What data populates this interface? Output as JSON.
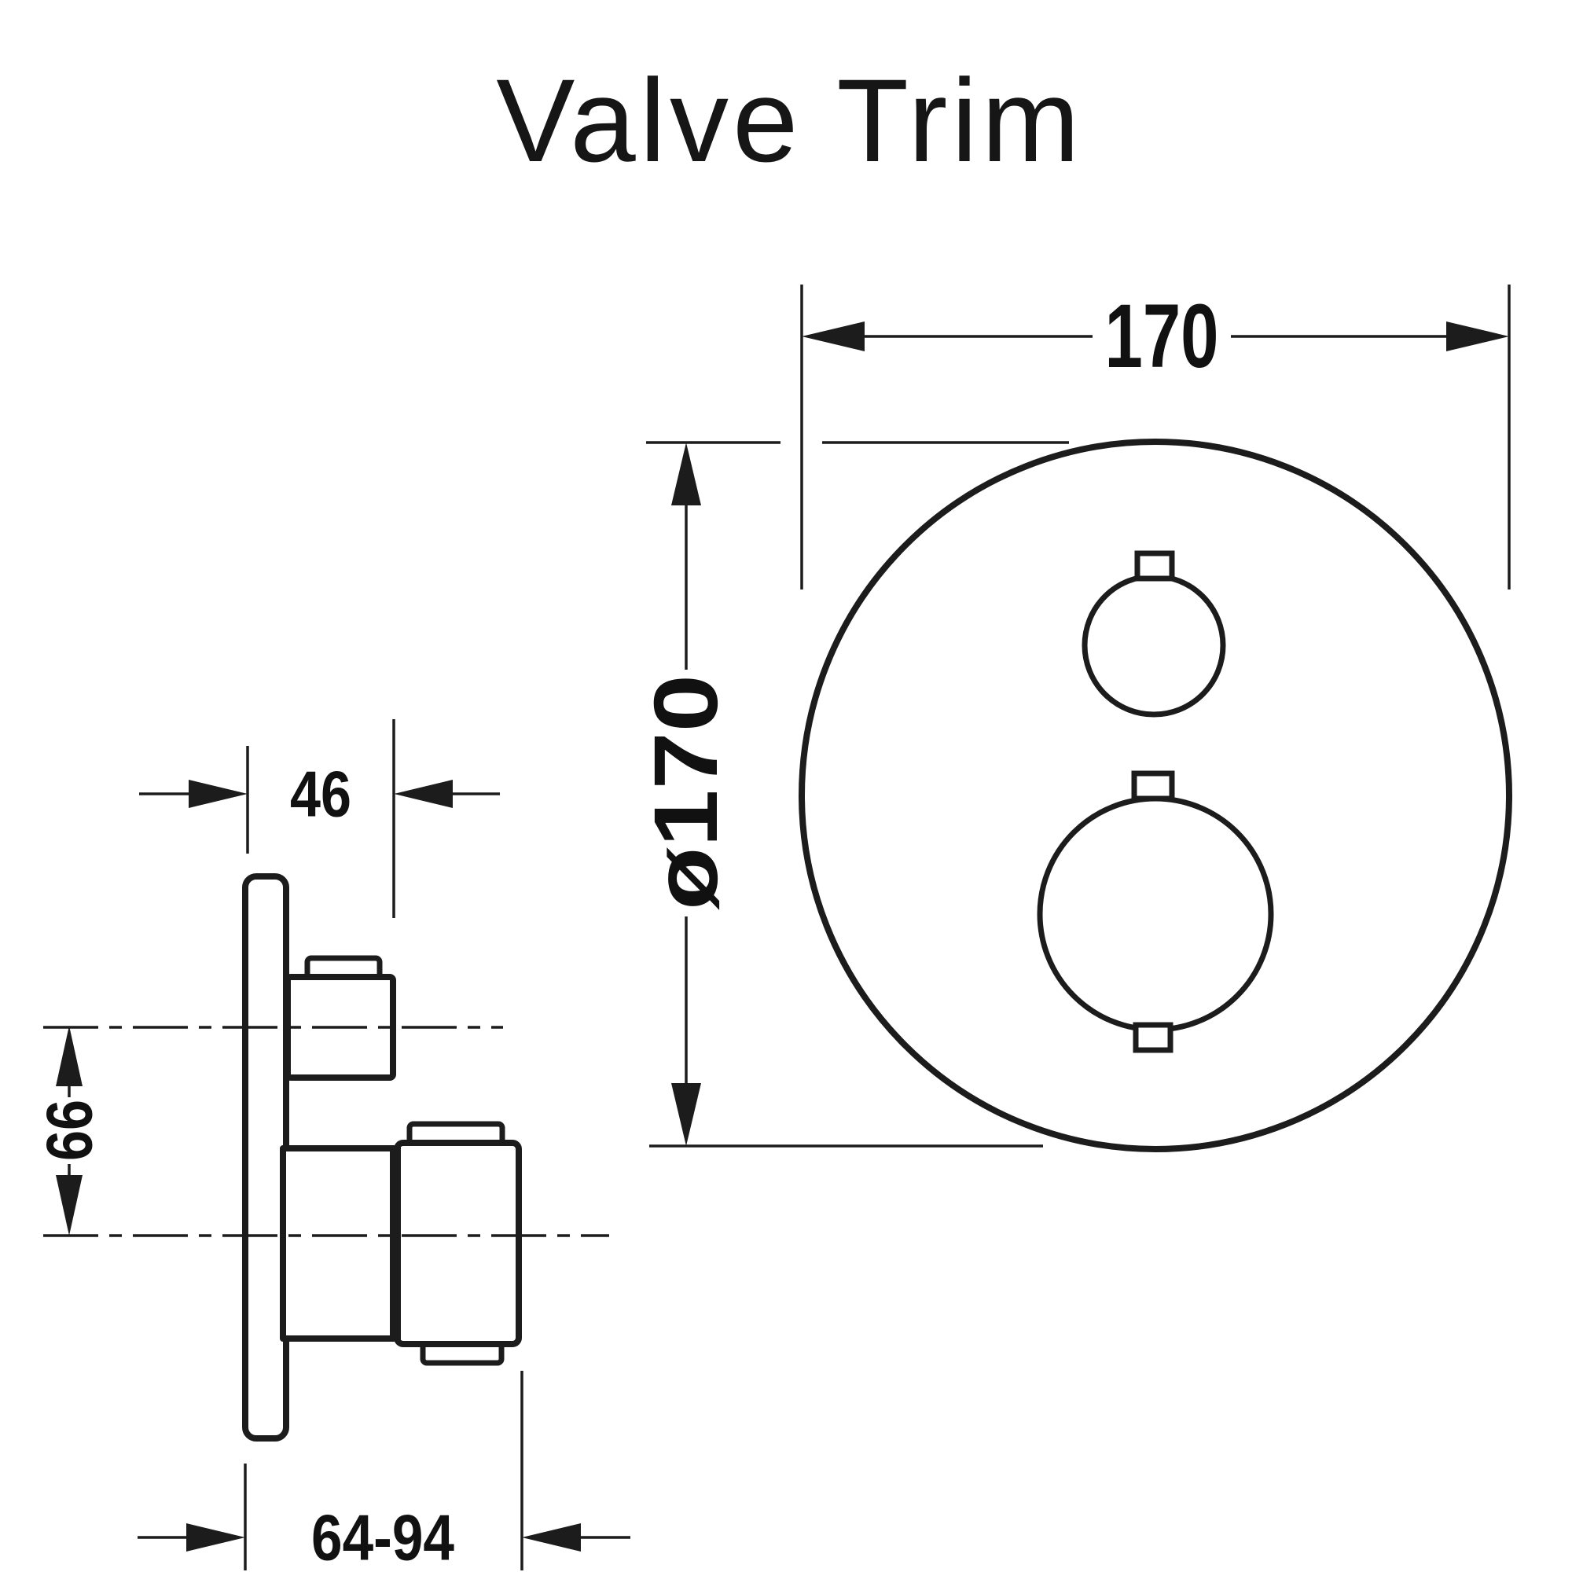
{
  "title": "Valve Trim",
  "colors": {
    "line": "#1c1c1c",
    "background": "#ffffff"
  },
  "front_view": {
    "width_dim": "170",
    "diameter_dim": "ø170"
  },
  "side_view": {
    "knob_depth_dim": "46",
    "knob_spacing_dim": "66",
    "install_depth_dim": "64-94"
  }
}
